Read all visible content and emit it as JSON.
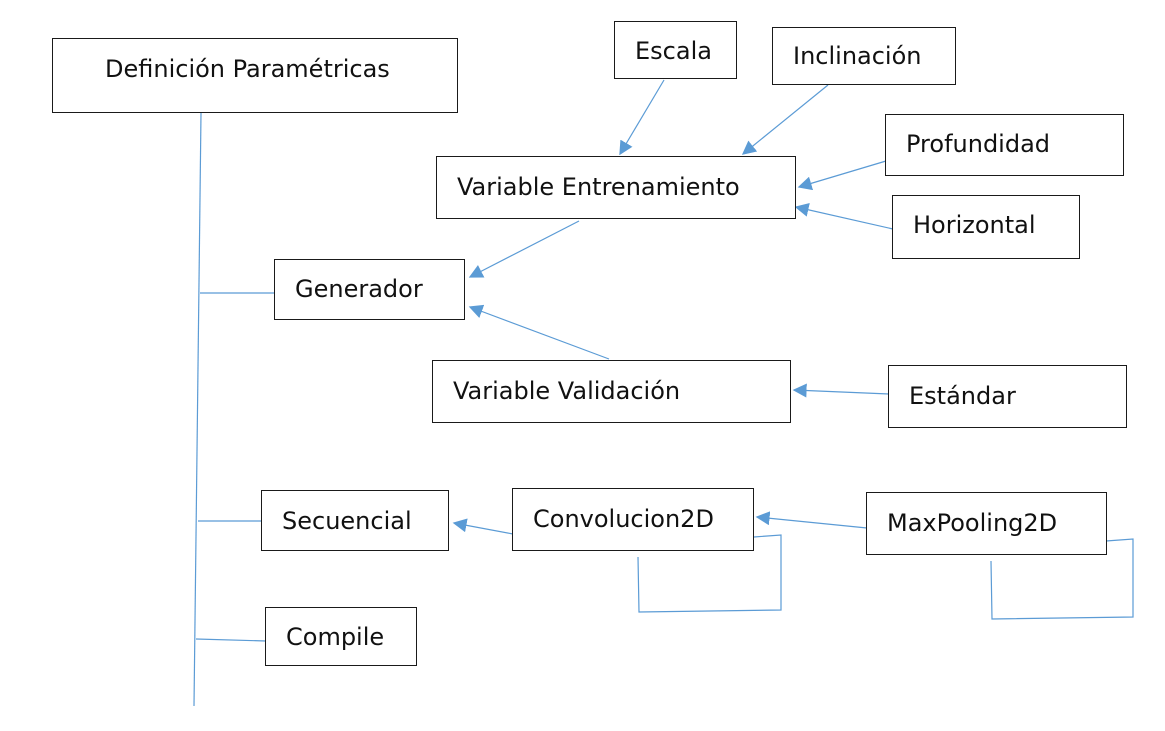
{
  "diagram": {
    "colors": {
      "connector": "#5b9bd5",
      "box_border": "#1a1a1a",
      "text": "#111111"
    },
    "nodes": {
      "definicion": "Definición Paramétricas",
      "escala": "Escala",
      "inclinacion": "Inclinación",
      "profundidad": "Profundidad",
      "variable_entrenamiento": "Variable Entrenamiento",
      "horizontal": "Horizontal",
      "generador": "Generador",
      "variable_validacion": "Variable Validación",
      "estandar": "Estándar",
      "secuencial": "Secuencial",
      "convolucion2d": "Convolucion2D",
      "maxpooling2d": "MaxPooling2D",
      "compile": "Compile"
    },
    "edges": [
      {
        "from": "escala",
        "to": "variable_entrenamiento"
      },
      {
        "from": "inclinacion",
        "to": "variable_entrenamiento"
      },
      {
        "from": "profundidad",
        "to": "variable_entrenamiento"
      },
      {
        "from": "horizontal",
        "to": "variable_entrenamiento"
      },
      {
        "from": "variable_entrenamiento",
        "to": "generador"
      },
      {
        "from": "variable_validacion",
        "to": "generador"
      },
      {
        "from": "estandar",
        "to": "variable_validacion"
      },
      {
        "from": "convolucion2d",
        "to": "secuencial"
      },
      {
        "from": "maxpooling2d",
        "to": "convolucion2d"
      },
      {
        "from": "convolucion2d",
        "to": "convolucion2d"
      },
      {
        "from": "maxpooling2d",
        "to": "maxpooling2d"
      },
      {
        "from": "definicion",
        "to": "generador"
      },
      {
        "from": "definicion",
        "to": "secuencial"
      },
      {
        "from": "definicion",
        "to": "compile"
      }
    ]
  }
}
